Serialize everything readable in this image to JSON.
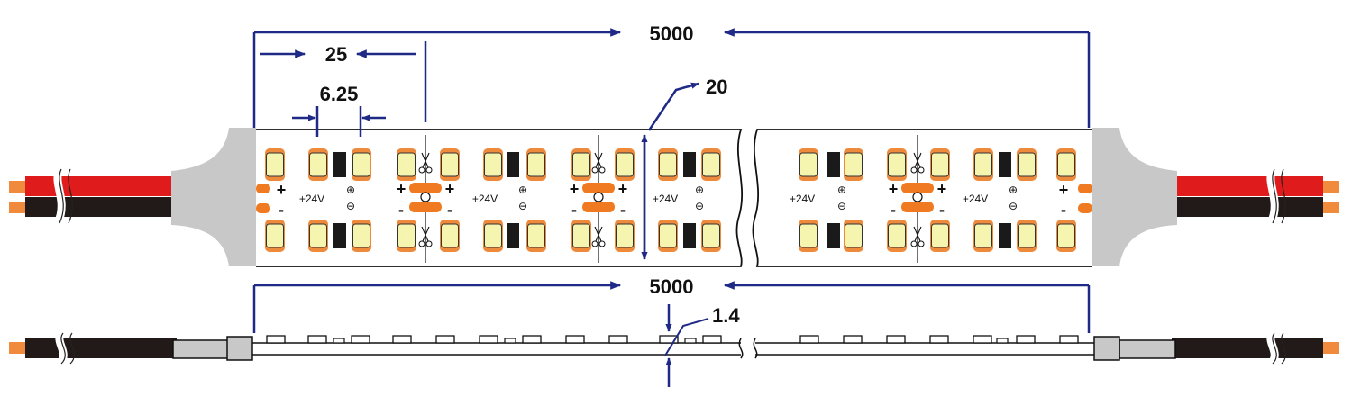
{
  "dimensions": {
    "total_length": "5000",
    "segment_length": "25",
    "led_pitch": "6.25",
    "width": "20",
    "thickness": "1.4",
    "side_length": "5000"
  },
  "labels": {
    "voltage": "+24V",
    "plus": "+",
    "minus": "-",
    "plus_symbol": "⊕",
    "minus_symbol": "⊖"
  },
  "colors": {
    "dimension_line": "#1e2a86",
    "wire_red": "#e01b1b",
    "wire_black": "#221a18",
    "wire_tip": "#f08a3c",
    "end_cap": "#c8c8c8",
    "led_pad": "#ee8a3c",
    "led_face": "#f6f5b0",
    "resistor": "#1a1a1a",
    "solder_pad": "#f07a22"
  }
}
